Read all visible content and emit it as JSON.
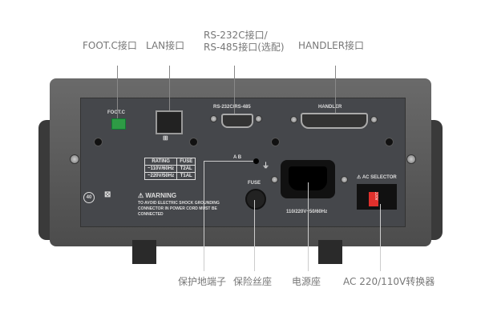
{
  "callouts_top": {
    "foot": "FOOT.C接口",
    "lan": "LAN接口",
    "rs_line1": "RS-232C接口/",
    "rs_line2": "RS-485接口(选配)",
    "handler": "HANDLER接口"
  },
  "callouts_bottom": {
    "ground": "保护地端子",
    "fuse": "保险丝座",
    "power": "电源座",
    "ac": "AC 220/110V转换器"
  },
  "panel": {
    "foot_label": "FOOT.C",
    "rs_label": "RS-232C/RS-485",
    "handler_label": "HANDLER",
    "ab_label": "A B",
    "rating_table": {
      "headers": [
        "RATING",
        "FUSE"
      ],
      "rows": [
        [
          "~110V/60Hz",
          "T2AL"
        ],
        [
          "~220V/50Hz",
          "T1AL"
        ]
      ]
    },
    "warning_title": "WARNING",
    "warning_text": [
      "TO AVOID ELECTRIC SHOCK GROUNDING",
      "CONNECTOR IN POWER CORD MUST BE",
      "CONNECTED"
    ],
    "fuse_label": "FUSE",
    "power_rating": "110/220V~50/60Hz",
    "ac_selector": "AC SELECTOR",
    "selector_value": "220V",
    "cert_mark": "40"
  }
}
